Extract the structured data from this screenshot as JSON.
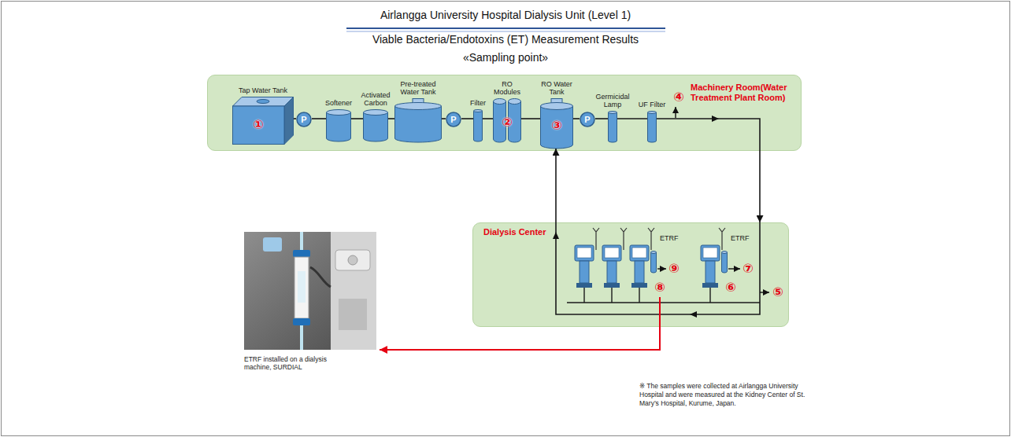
{
  "diagram": {
    "title": "Airlangga University Hospital Dialysis Unit (Level 1)",
    "nodes": [
      {
        "text": [
          "Machinery Room(Water Treatment Plant Room)"
        ]
      },
      {
        "text": [
          "Tap Water Tank",
          "①"
        ],
        "in": 0
      },
      {
        "text": [
          "P"
        ],
        "in": 0
      },
      {
        "text": [
          "Softener"
        ],
        "in": 0
      },
      {
        "text": [
          "Activated Carbon"
        ],
        "in": 0
      },
      {
        "text": [
          "Pre-treated Water Tank"
        ],
        "in": 0
      },
      {
        "text": [
          "P"
        ],
        "in": 0
      },
      {
        "text": [
          "Filter"
        ],
        "in": 0
      },
      {
        "text": [
          "RO Modules",
          "②"
        ],
        "in": 0
      },
      {
        "text": [
          "RO Water Tank",
          "③"
        ],
        "in": 0
      },
      {
        "text": [
          "P"
        ],
        "in": 0
      },
      {
        "text": [
          "Germicidal Lamp"
        ],
        "in": 0
      },
      {
        "text": [
          "UF Filter"
        ],
        "in": 0
      },
      {
        "text": [
          "Dialysis Center"
        ]
      },
      {
        "text": [
          "ETRF"
        ],
        "in": 13
      },
      {
        "text": [
          "ETRF"
        ],
        "in": 13
      }
    ],
    "edges": [
      {
        "from": 1,
        "to": 2,
        "arrow": "none"
      },
      {
        "from": 2,
        "to": 3,
        "arrow": "none"
      },
      {
        "from": 3,
        "to": 4,
        "arrow": "none"
      },
      {
        "from": 4,
        "to": 5,
        "arrow": "none"
      },
      {
        "from": 5,
        "to": 6,
        "arrow": "none"
      },
      {
        "from": 6,
        "to": 7,
        "arrow": "none"
      },
      {
        "from": 7,
        "to": 8,
        "arrow": "none"
      },
      {
        "from": 8,
        "to": 9,
        "arrow": "none"
      },
      {
        "from": 9,
        "to": 10,
        "arrow": "none"
      },
      {
        "from": 10,
        "to": 11,
        "arrow": "none"
      },
      {
        "from": 11,
        "to": 12,
        "arrow": "none"
      },
      {
        "from": 12,
        "to": 13,
        "arrow": "to"
      },
      {
        "from": 13,
        "to": 9,
        "arrow": "to"
      }
    ],
    "labels": [
      "Viable Bacteria/Endotoxins (ET) Measurement Results",
      "«Sampling point»",
      "④",
      "⑤",
      "⑥",
      "⑦",
      "⑧",
      "⑨",
      "ETRF installed on a dialysis machine, SURDIAL",
      "※ The samples were collected at Airlangga University Hospital and were measured at the Kidney Center of St. Mary’s Hospital, Kurume, Japan."
    ]
  }
}
